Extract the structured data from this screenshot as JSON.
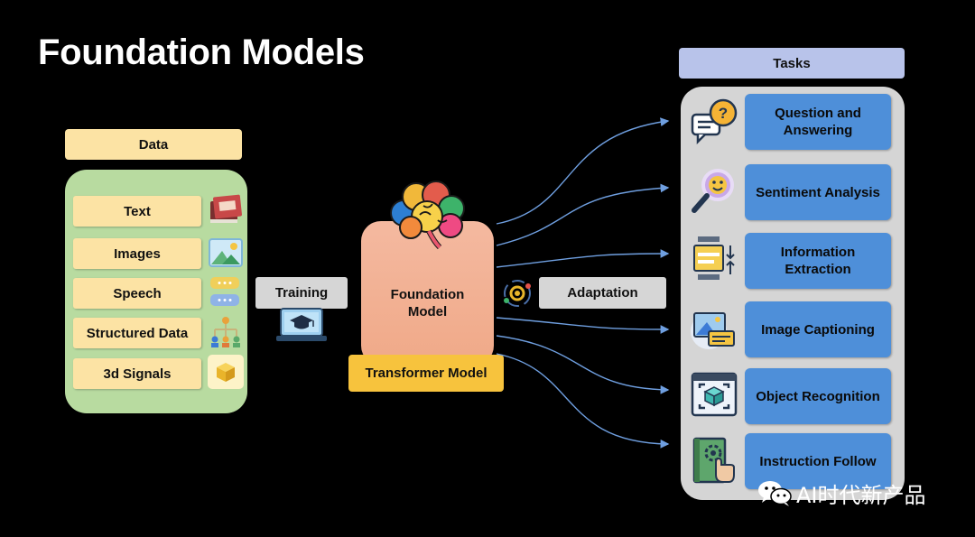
{
  "title": "Foundation Models",
  "data_section": {
    "header": "Data",
    "items": [
      {
        "label": "Text",
        "icon": "books-icon"
      },
      {
        "label": "Images",
        "icon": "image-icon"
      },
      {
        "label": "Speech",
        "icon": "speech-bubbles-icon"
      },
      {
        "label": "Structured Data",
        "icon": "hierarchy-icon"
      },
      {
        "label": "3d Signals",
        "icon": "cube-icon"
      }
    ]
  },
  "training": {
    "label": "Training",
    "icon": "graduation-laptop-icon"
  },
  "foundation_model": {
    "label_line1": "Foundation",
    "label_line2": "Model",
    "icon": "brain-icon"
  },
  "transformer_model": {
    "label": "Transformer Model"
  },
  "adaptation": {
    "label": "Adaptation",
    "icon": "gear-cycle-icon"
  },
  "tasks_section": {
    "header": "Tasks",
    "items": [
      {
        "line1": "Question and",
        "line2": "Answering",
        "icon": "question-chat-icon"
      },
      {
        "line1": "Sentiment Analysis",
        "line2": "",
        "icon": "magnifier-smile-icon"
      },
      {
        "line1": "Information",
        "line2": "Extraction",
        "icon": "filter-folder-icon"
      },
      {
        "line1": "Image Captioning",
        "line2": "",
        "icon": "image-caption-icon"
      },
      {
        "line1": "Object Recognition",
        "line2": "",
        "icon": "object-scan-icon"
      },
      {
        "line1": "Instruction Follow",
        "line2": "",
        "icon": "book-gear-icon"
      }
    ]
  },
  "watermark": {
    "text": "AI时代新产品",
    "icon": "wechat-icon"
  },
  "colors": {
    "background": "#000000",
    "data_label": "#fce3a4",
    "data_panel": "#b8dba0",
    "task_button": "#4e8fd9",
    "tasks_header": "#b8c3ea",
    "tasks_panel": "#d5d5d5",
    "transformer": "#f7c33d",
    "foundation_box": "#f2b094",
    "connector": "#6f9fe0"
  }
}
